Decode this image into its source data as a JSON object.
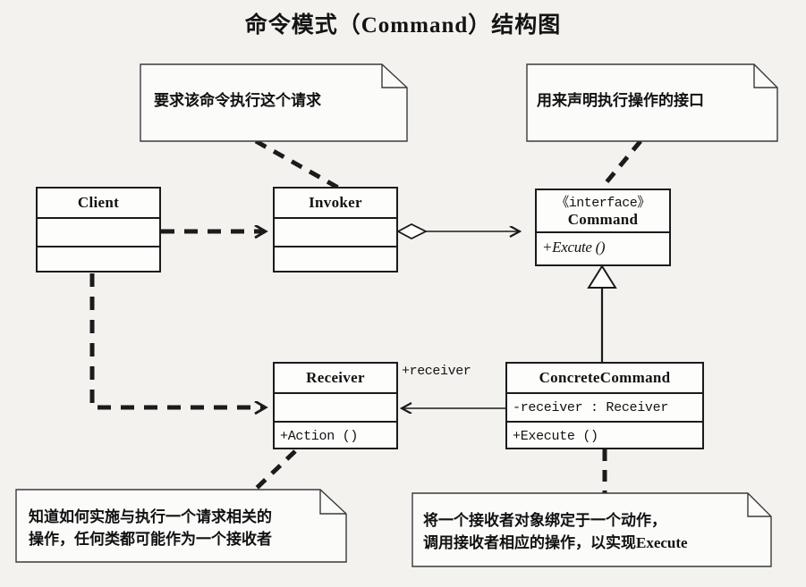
{
  "diagram": {
    "title": "命令模式（Command）结构图",
    "classes": [
      {
        "key": "client",
        "name": "Client",
        "stereotype": "",
        "attributes": [
          ""
        ],
        "operations": [
          ""
        ]
      },
      {
        "key": "invoker",
        "name": "Invoker",
        "stereotype": "",
        "attributes": [
          ""
        ],
        "operations": [
          ""
        ]
      },
      {
        "key": "command",
        "name": "Command",
        "stereotype": "《interface》",
        "attributes": [],
        "operations": [
          "+Excute ()"
        ]
      },
      {
        "key": "receiver",
        "name": "Receiver",
        "stereotype": "",
        "attributes": [
          ""
        ],
        "operations": [
          "+Action ()"
        ]
      },
      {
        "key": "concrete_command",
        "name": "ConcreteCommand",
        "stereotype": "",
        "attributes": [
          "-receiver : Receiver"
        ],
        "operations": [
          "+Execute ()"
        ]
      }
    ],
    "edge_labels": [
      {
        "key": "receiver_role",
        "text": "+receiver"
      }
    ],
    "notes": [
      {
        "key": "note_invoker",
        "text": "要求该命令执行这个请求"
      },
      {
        "key": "note_command",
        "text": "用来声明执行操作的接口"
      },
      {
        "key": "note_receiver",
        "text": "知道如何实施与执行一个请求相关的\n操作，任何类都可能作为一个接收者"
      },
      {
        "key": "note_concrete",
        "text": "将一个接收者对象绑定于一个动作，\n调用接收者相应的操作，以实现Execute"
      }
    ],
    "relationships": [
      {
        "key": "client-invoker",
        "type": "dependency",
        "from": "Client",
        "to": "Invoker"
      },
      {
        "key": "client-receiver",
        "type": "dependency",
        "from": "Client",
        "to": "Receiver"
      },
      {
        "key": "invoker-command",
        "type": "aggregation",
        "from": "Invoker",
        "to": "Command"
      },
      {
        "key": "concrete-command",
        "type": "generalization",
        "from": "ConcreteCommand",
        "to": "Command"
      },
      {
        "key": "concrete-receiver",
        "type": "association",
        "from": "ConcreteCommand",
        "to": "Receiver"
      }
    ],
    "colors": {
      "background": "#f4f2ef",
      "line": "#1b1b1b",
      "box_fill": "#fdfdfc",
      "text": "#121212"
    }
  }
}
